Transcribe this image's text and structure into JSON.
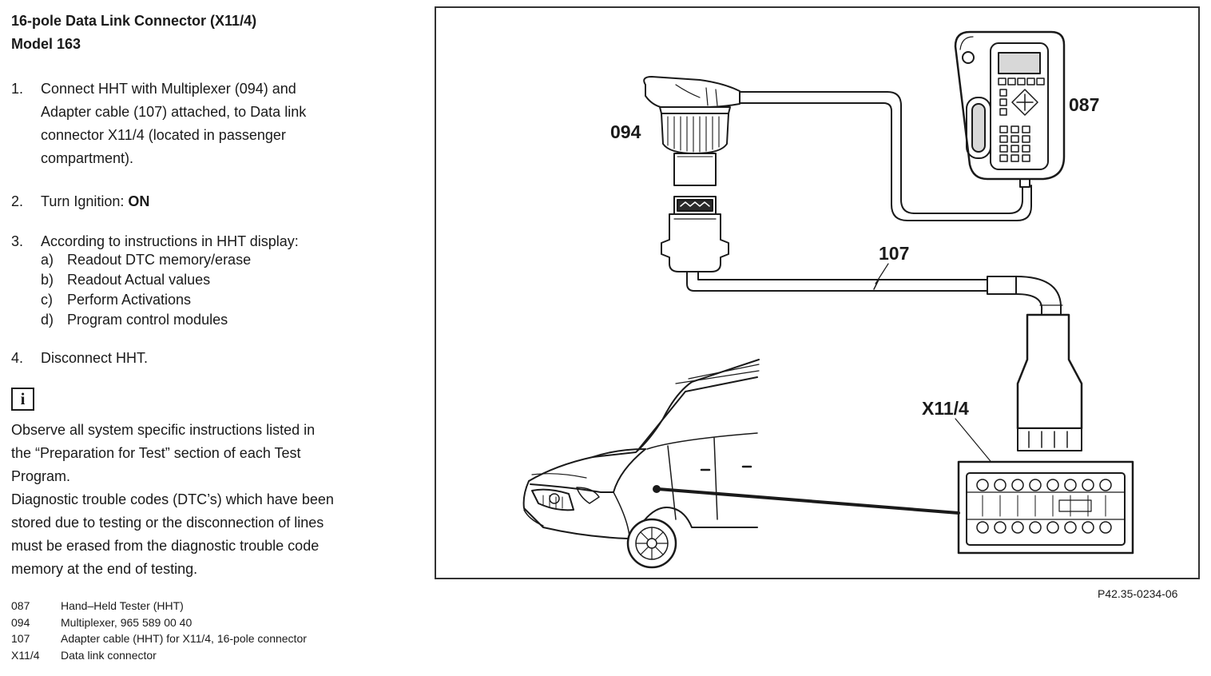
{
  "heading": {
    "line1": "16-pole Data Link Connector (X11/4)",
    "line2": "Model 163"
  },
  "steps": [
    {
      "num": "1.",
      "lines": [
        "Connect HHT with Multiplexer (094) and",
        "Adapter cable (107) attached, to Data link",
        "connector X11/4 (located in passenger",
        "compartment)."
      ]
    },
    {
      "num": "2.",
      "text": "Turn Ignition: ",
      "bold": "ON"
    },
    {
      "num": "3.",
      "text": "According to instructions in HHT display:",
      "subs": [
        {
          "letter": "a)",
          "text": "Readout DTC memory/erase"
        },
        {
          "letter": "b)",
          "text": "Readout Actual values"
        },
        {
          "letter": "c)",
          "text": "Perform Activations"
        },
        {
          "letter": "d)",
          "text": "Program control modules"
        }
      ]
    },
    {
      "num": "4.",
      "text": "Disconnect HHT."
    }
  ],
  "info_icon_glyph": "i",
  "notes": [
    {
      "lines": [
        "Observe all system specific instructions listed in",
        "the “Preparation for Test” section of each Test",
        "Program."
      ]
    },
    {
      "lines": [
        "Diagnostic trouble codes (DTC’s) which have been",
        "stored due to testing or the disconnection of lines",
        "must be erased from the diagnostic trouble code",
        "memory at the end of testing."
      ]
    }
  ],
  "legend": [
    {
      "code": "087",
      "desc": "Hand–Held Tester (HHT)"
    },
    {
      "code": "094",
      "desc": "Multiplexer, 965 589 00 40"
    },
    {
      "code": "107",
      "desc": "Adapter cable (HHT) for X11/4, 16-pole connector"
    },
    {
      "code": "X11/4",
      "desc": "Data link connector"
    }
  ],
  "figure": {
    "labels": {
      "hht": "087",
      "multiplexer": "094",
      "cable": "107",
      "connector": "X11/4"
    },
    "reference": "P42.35-0234-06"
  }
}
